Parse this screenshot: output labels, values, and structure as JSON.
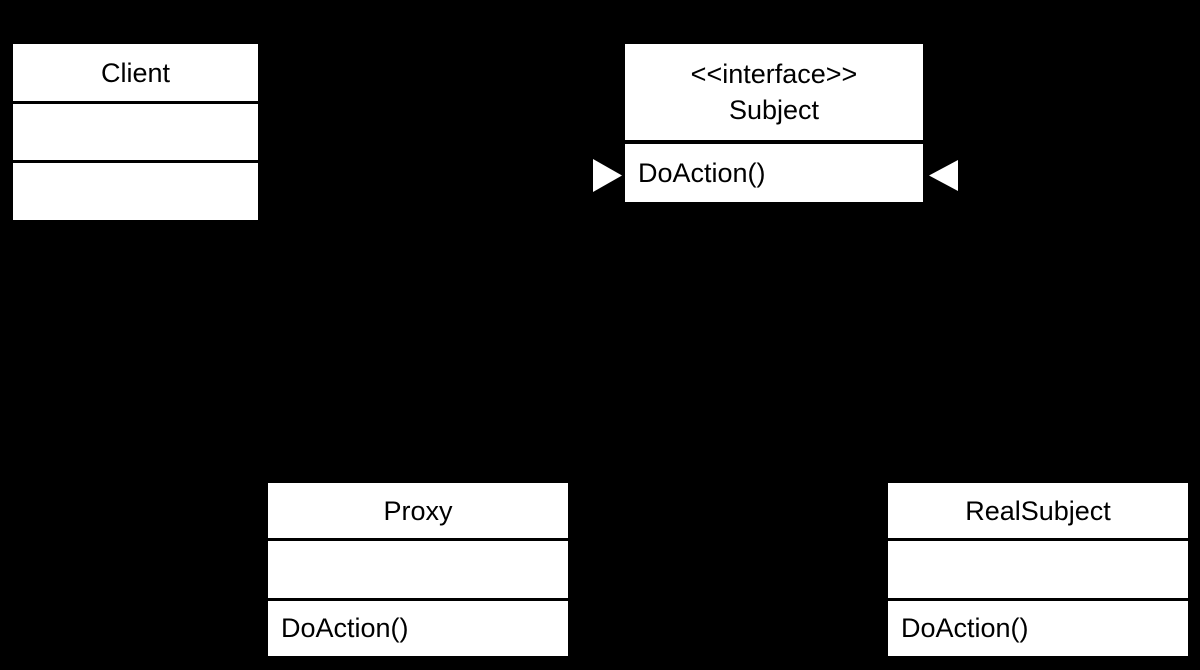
{
  "diagram": {
    "colors": {
      "background": "#000000",
      "box_fill": "#ffffff",
      "divider_line": "#000000",
      "text": "#000000",
      "arrowhead_fill": "#ffffff"
    },
    "classes": {
      "client": {
        "name": "Client"
      },
      "subject": {
        "stereotype": "<<interface>>",
        "name": "Subject",
        "method": "DoAction()"
      },
      "proxy": {
        "name": "Proxy",
        "method": "DoAction()"
      },
      "real_subject": {
        "name": "RealSubject",
        "method": "DoAction()"
      }
    },
    "icons": {
      "arrowhead_left": "triangle-pointing-right",
      "arrowhead_right": "triangle-pointing-left"
    }
  }
}
